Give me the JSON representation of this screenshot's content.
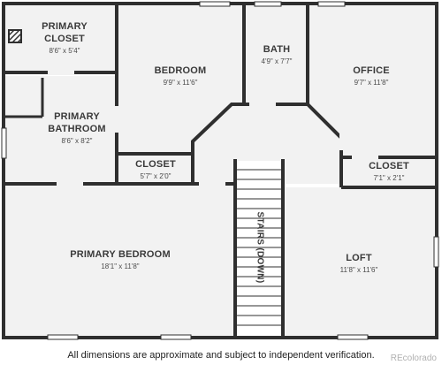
{
  "rooms": {
    "primary_closet": {
      "name": "PRIMARY\nCLOSET",
      "dim": "8'6\" x 5'4\""
    },
    "bedroom": {
      "name": "BEDROOM",
      "dim": "9'9\" x 11'6\""
    },
    "bath": {
      "name": "BATH",
      "dim": "4'9\" x 7'7\""
    },
    "office": {
      "name": "OFFICE",
      "dim": "9'7\" x 11'8\""
    },
    "primary_bathroom": {
      "name": "PRIMARY\nBATHROOM",
      "dim": "8'6\" x 8'2\""
    },
    "closet_left": {
      "name": "CLOSET",
      "dim": "5'7\" x 2'0\""
    },
    "closet_right": {
      "name": "CLOSET",
      "dim": "7'1\" x 2'1\""
    },
    "primary_bedroom": {
      "name": "PRIMARY BEDROOM",
      "dim": "18'1\" x 11'8\""
    },
    "loft": {
      "name": "LOFT",
      "dim": "11'8\" x 11'6\""
    }
  },
  "stairs_label": "STAIRS (DOWN)",
  "disclaimer": "All dimensions are approximate and subject to independent verification.",
  "watermark": "REcolorado",
  "colors": {
    "wall": "#2f2f2f",
    "floor": "#f2f2f2",
    "window": "#ffffff"
  }
}
